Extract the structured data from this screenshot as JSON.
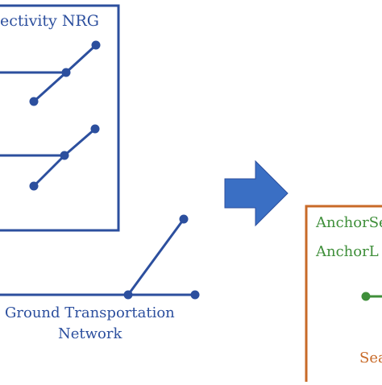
{
  "colors": {
    "blue": "#2c4f9e",
    "arrow": "#3a6fc4",
    "orange": "#c86a28",
    "green": "#3f8f3a"
  },
  "left_box": {
    "title": "ectivity  NRG"
  },
  "ground_network": {
    "line1": "Ground Transportation",
    "line2": "Network"
  },
  "right_box": {
    "anchor1": "AnchorSe",
    "anchor2": "AnchorL",
    "bottom_text": "Sea"
  }
}
